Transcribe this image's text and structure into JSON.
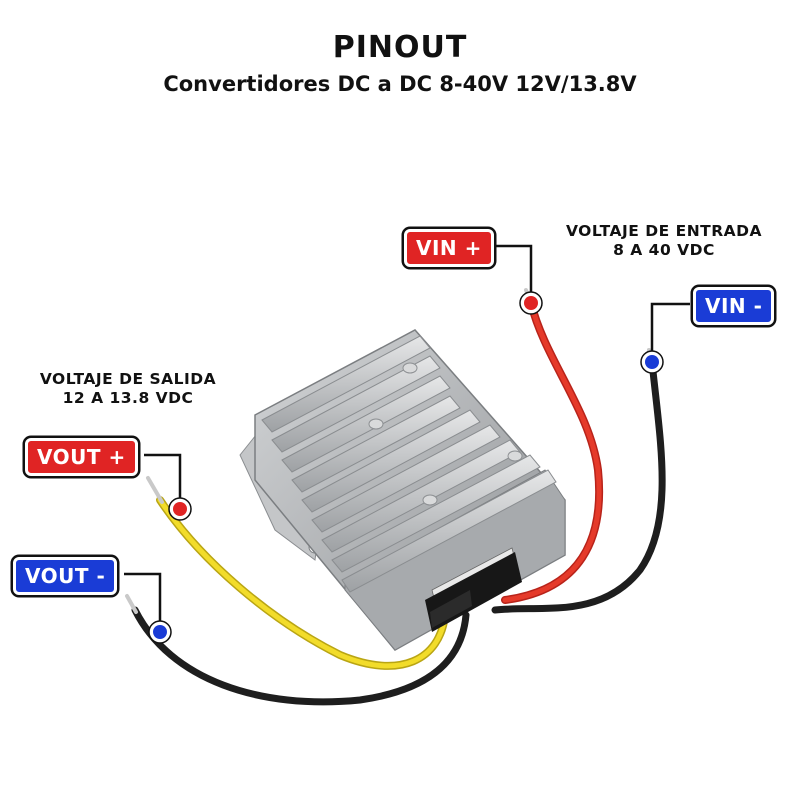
{
  "title": "PINOUT",
  "subtitle": "Convertidores DC a DC 8-40V 12V/13.8V",
  "captions": {
    "input": {
      "line1": "VOLTAJE DE ENTRADA",
      "line2": "8 A 40 VDC"
    },
    "output": {
      "line1": "VOLTAJE DE SALIDA",
      "line2": "12 A 13.8 VDC"
    }
  },
  "labels": {
    "vin_plus": "VIN +",
    "vin_minus": "VIN -",
    "vout_plus": "VOUT +",
    "vout_minus": "VOUT -"
  },
  "colors": {
    "positive": "#e02424",
    "negative": "#1a3cd6",
    "wire_red": "#e53a2a",
    "wire_black": "#1e1e1e",
    "wire_yellow": "#f2dc2a",
    "housing": "#b9bcbf"
  }
}
